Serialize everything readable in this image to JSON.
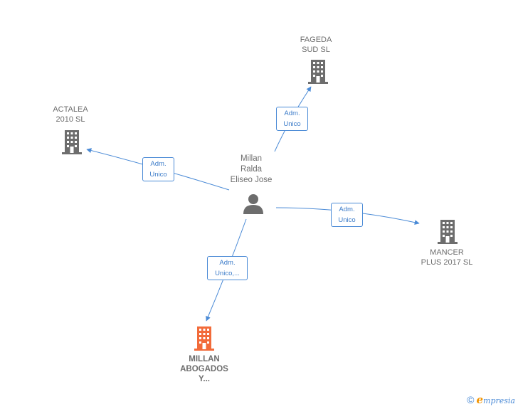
{
  "nodes": {
    "center": {
      "label": "Millan\nRalda\nEliseo Jose",
      "type": "person",
      "color": "#6d6d6d"
    },
    "actalea": {
      "label": "ACTALEA\n2010  SL",
      "type": "company",
      "color": "#6d6d6d"
    },
    "fageda": {
      "label": "FAGEDA\nSUD SL",
      "type": "company",
      "color": "#6d6d6d"
    },
    "mancer": {
      "label": "MANCER\nPLUS 2017  SL",
      "type": "company",
      "color": "#6d6d6d"
    },
    "millan": {
      "label": "MILLAN\nABOGADOS\nY...",
      "type": "company",
      "color": "#f26b3a"
    }
  },
  "edges": {
    "to_actalea": {
      "label": "Adm.\nUnico"
    },
    "to_fageda": {
      "label": "Adm.\nUnico"
    },
    "to_mancer": {
      "label": "Adm.\nUnico"
    },
    "to_millan": {
      "label": "Adm.\nUnico,..."
    }
  },
  "footer": {
    "copyright_symbol": "©",
    "brand_initial": "e",
    "brand_rest": "mpresia"
  },
  "colors": {
    "edge": "#4a8ad6",
    "building_gray": "#6d6d6d",
    "building_highlight": "#f26b3a",
    "brand_orange": "#f29400"
  }
}
